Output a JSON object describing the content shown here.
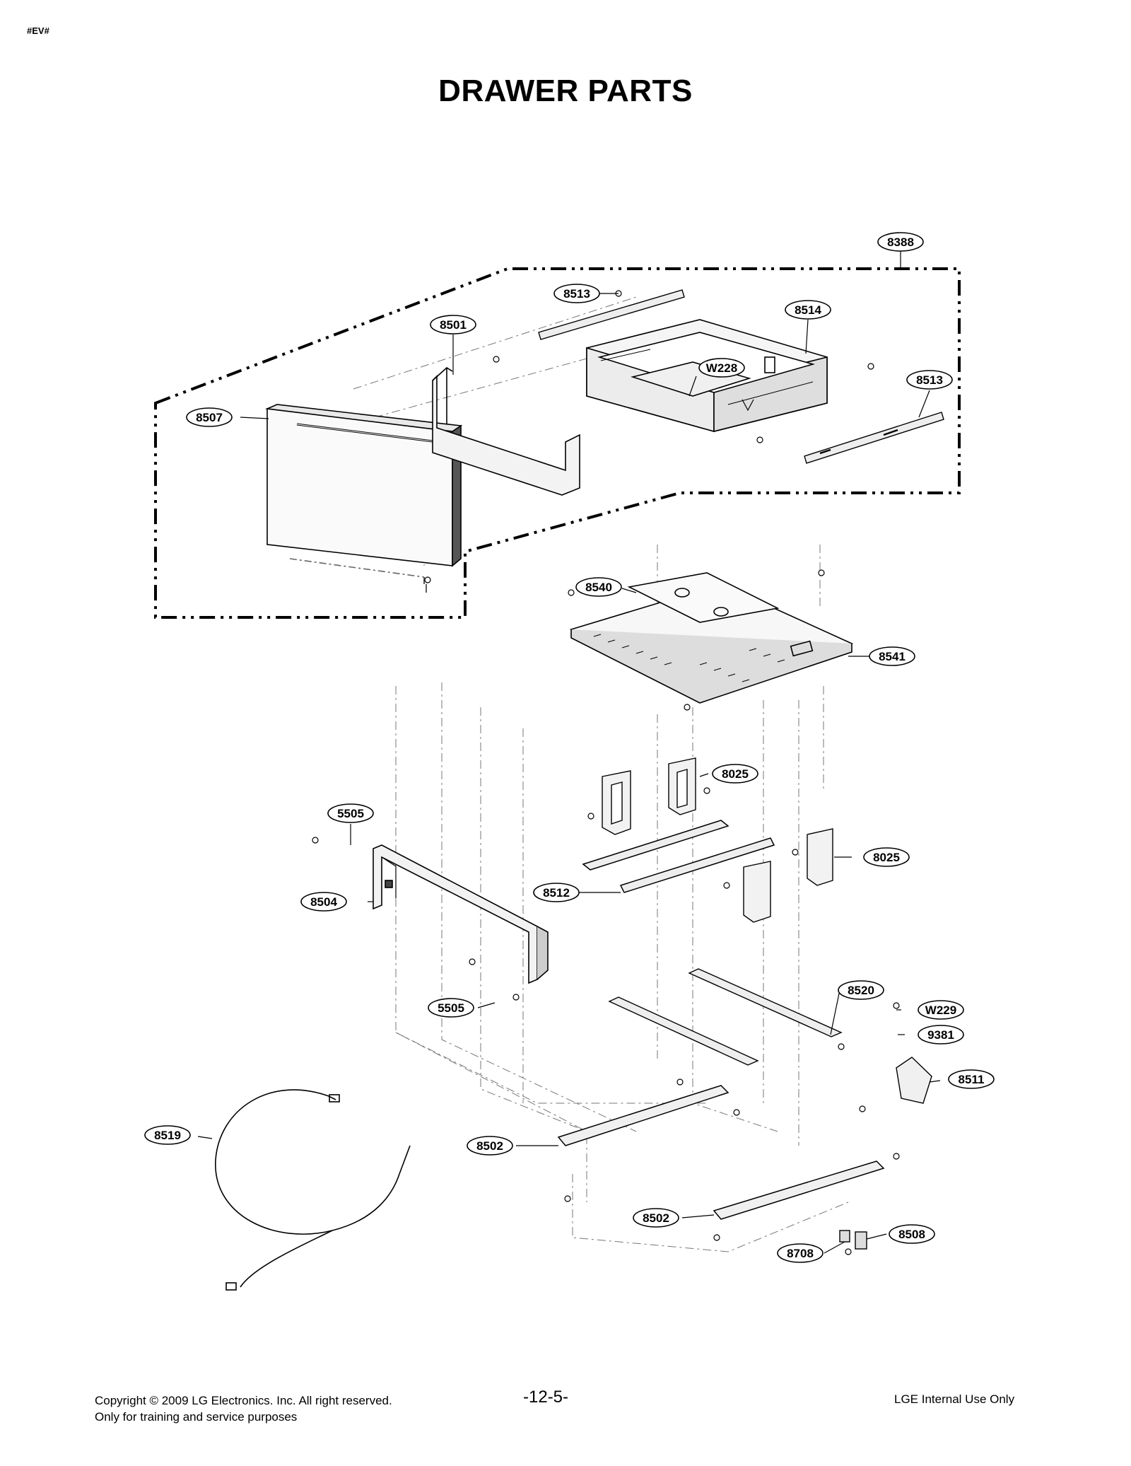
{
  "header": {
    "doc_code": "#EV#",
    "title": "DRAWER PARTS"
  },
  "callouts": {
    "c8388": "8388",
    "c8513a": "8513",
    "c8514": "8514",
    "c8501": "8501",
    "cW228": "W228",
    "c8513b": "8513",
    "c8507": "8507",
    "c8540": "8540",
    "c8541": "8541",
    "c8025a": "8025",
    "c5505a": "5505",
    "c8025b": "8025",
    "c8504": "8504",
    "c8512": "8512",
    "c5505b": "5505",
    "c8520": "8520",
    "cW229": "W229",
    "c9381": "9381",
    "c8511": "8511",
    "c8519": "8519",
    "c8502a": "8502",
    "c8502b": "8502",
    "c8508": "8508",
    "c8708": "8708"
  },
  "footer": {
    "copyright": "Copyright © 2009 LG Electronics. Inc. All right reserved.",
    "purpose": "Only for training and service purposes",
    "page_number": "-12-5-",
    "usage": "LGE Internal Use Only"
  }
}
